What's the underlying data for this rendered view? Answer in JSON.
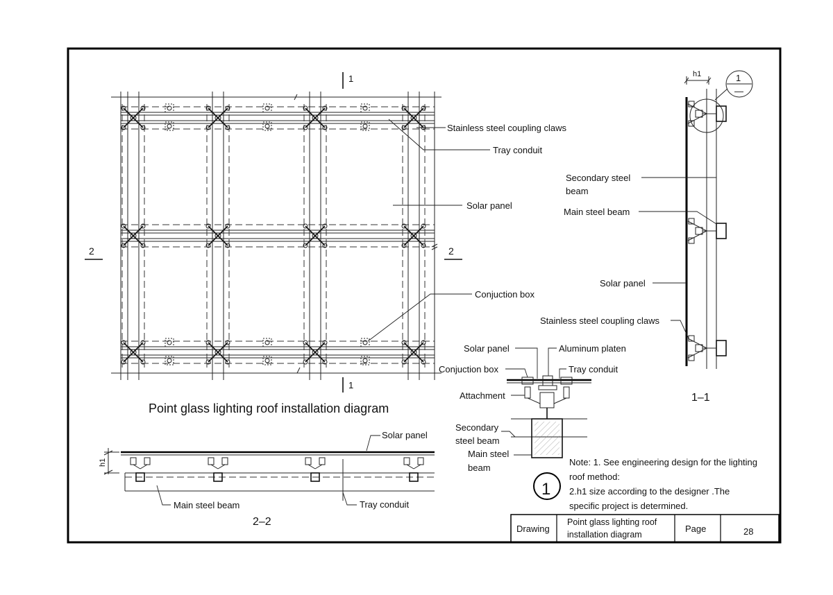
{
  "plan": {
    "title": "Point glass lighting roof installation diagram",
    "section_marks": {
      "top": "1",
      "bottom": "1",
      "left": "2",
      "right": "2"
    },
    "labels": {
      "coupling_claws": "Stainless steel coupling claws",
      "tray_conduit": "Tray conduit",
      "solar_panel": "Solar panel",
      "conjuction_box": "Conjuction box"
    }
  },
  "section_1_1": {
    "title": "1–1",
    "h1": "h1",
    "detail_callout": {
      "top": "1",
      "bottom": "—"
    },
    "labels": {
      "secondary_beam_line1": "Secondary steel",
      "secondary_beam_line2": "beam",
      "main_beam": "Main steel beam",
      "solar_panel": "Solar panel",
      "coupling_claws": "Stainless steel coupling claws"
    }
  },
  "detail_1": {
    "number": "1",
    "labels": {
      "solar_panel": "Solar panel",
      "aluminum_platen": "Aluminum platen",
      "conjuction_box": "Conjuction box",
      "tray_conduit": "Tray conduit",
      "attachment": "Attachment",
      "secondary_line1": "Secondary",
      "secondary_line2": "steel beam",
      "main_line1": "Main steel",
      "main_line2": "beam"
    }
  },
  "section_2_2": {
    "title": "2–2",
    "h1": "h1",
    "labels": {
      "solar_panel": "Solar panel",
      "main_beam": "Main steel beam",
      "tray_conduit": "Tray conduit"
    }
  },
  "notes": {
    "line1": "Note: 1. See engineering design for the lighting",
    "line2": "roof method:",
    "line3": "2.h1 size according to the designer .The",
    "line4": "specific project is determined."
  },
  "title_block": {
    "drawing_label": "Drawing",
    "drawing_name_line1": "Point glass lighting roof",
    "drawing_name_line2": "installation diagram",
    "page_label": "Page",
    "page_number": "28"
  }
}
